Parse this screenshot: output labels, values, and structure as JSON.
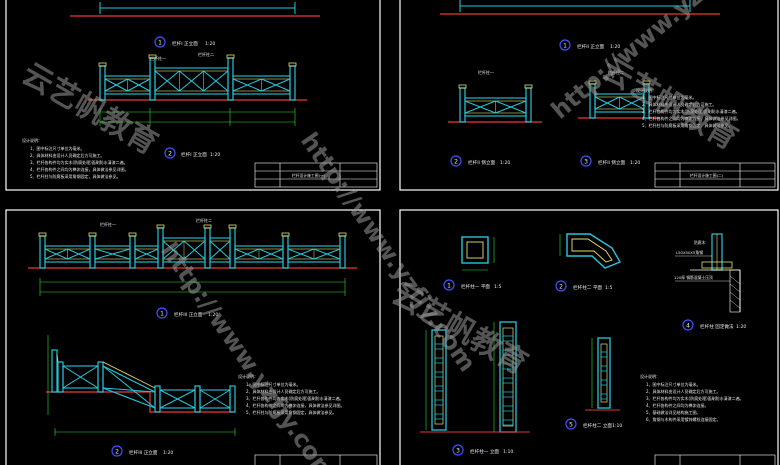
{
  "sheets": {
    "tl": {
      "labels": [
        {
          "num": "1",
          "title": "栏杆I 正立面",
          "scale": "1:20"
        },
        {
          "num": "2",
          "title": "栏杆I 正立面",
          "scale": "1:20"
        }
      ],
      "callouts": [
        "栏杆柱一",
        "栏杆柱二"
      ],
      "notes": [
        "设计说明：",
        "1、图中标注尺寸单位为毫米。",
        "2、具体材料由设计人员确定后方可施工。",
        "3、栏杆各构件均为实木(防腐处理)面刷防水清漆二遍。",
        "4、栏杆各构件之间均为榫卯连接，具体做法参见详图。",
        "5、栏杆柱与防腐板采用角钢固定，具体做法参见。"
      ],
      "title_block": "栏杆设计施工图(一)"
    },
    "tr": {
      "labels": [
        {
          "num": "1",
          "title": "栏杆II 正立面",
          "scale": "1:20"
        },
        {
          "num": "2",
          "title": "栏杆II 侧立面",
          "scale": "1:20"
        },
        {
          "num": "3",
          "title": "栏杆II 侧立面",
          "scale": "1:20"
        }
      ],
      "callouts": [
        "栏杆柱一",
        "栏杆柱二"
      ],
      "notes": [
        "设计说明：",
        "1、图中标注尺寸单位为毫米。",
        "2、具体材料由设计人员确定后方可施工。",
        "3、栏杆各构件均为实木(防腐处理)面刷防水清漆二遍。",
        "4、栏杆各构件之间均为榫卯连接，具体做法参见详图。",
        "5、栏杆柱与防腐板采用角钢固定，具体做法参见。"
      ],
      "title_block": "栏杆设计施工图(二)"
    },
    "bl": {
      "labels": [
        {
          "num": "1",
          "title": "栏杆III 正立面",
          "scale": "1:20"
        },
        {
          "num": "2",
          "title": "栏杆III 正立面",
          "scale": "1:20"
        }
      ],
      "callouts": [
        "栏杆柱一",
        "栏杆柱二"
      ],
      "notes": [
        "设计说明：",
        "1、图中标注尺寸单位为毫米。",
        "2、具体材料由设计人员确定后方可施工。",
        "3、栏杆各构件均为实木(防腐处理)面刷防水清漆二遍。",
        "4、栏杆各构件之间均为榫卯连接，具体做法参见详图。",
        "5、栏杆柱与防腐板采用角钢固定，具体做法参见。"
      ]
    },
    "br": {
      "labels": [
        {
          "num": "1",
          "title": "栏杆柱一 平面",
          "scale": "1:5"
        },
        {
          "num": "2",
          "title": "栏杆柱二 平面",
          "scale": "1:5"
        },
        {
          "num": "3",
          "title": "栏杆柱一 立面",
          "scale": "1:10"
        },
        {
          "num": "4",
          "title": "栏杆柱 固定做法",
          "scale": "1:20"
        },
        {
          "num": "5",
          "title": "栏杆柱二 立面",
          "scale": "1:10"
        }
      ],
      "callouts": [
        "防腐木",
        "L50X50X5角钢",
        "120厚 钢筋混凝土压顶"
      ],
      "notes": [
        "设计说明：",
        "1、图中标注尺寸单位为毫米。",
        "2、具体材料由设计人员确定后方可施工。",
        "3、栏杆各构件均为实木(防腐处理)面刷防水清漆二遍。",
        "4、栏杆各构件之间均为榫卯连接。",
        "5、基础做法详见结构施工图。",
        "6、角钢与木构件采用镀锌螺栓连接固定。"
      ]
    }
  },
  "watermarks": [
    "http://www.yzfjy.com",
    "http://www.yzfjy.com",
    "http://www.yzfjy.com",
    "云艺帆教育",
    "云艺帆教育",
    "云艺帆教育"
  ],
  "colors": {
    "background": "#000000",
    "frame": "#ffffff",
    "rail_cyan": "#26c6da",
    "rail_yellow": "#e8e06a",
    "dimension_green": "#2ee02e",
    "ground_red": "#e53935",
    "label_blue": "#3f51ff"
  }
}
